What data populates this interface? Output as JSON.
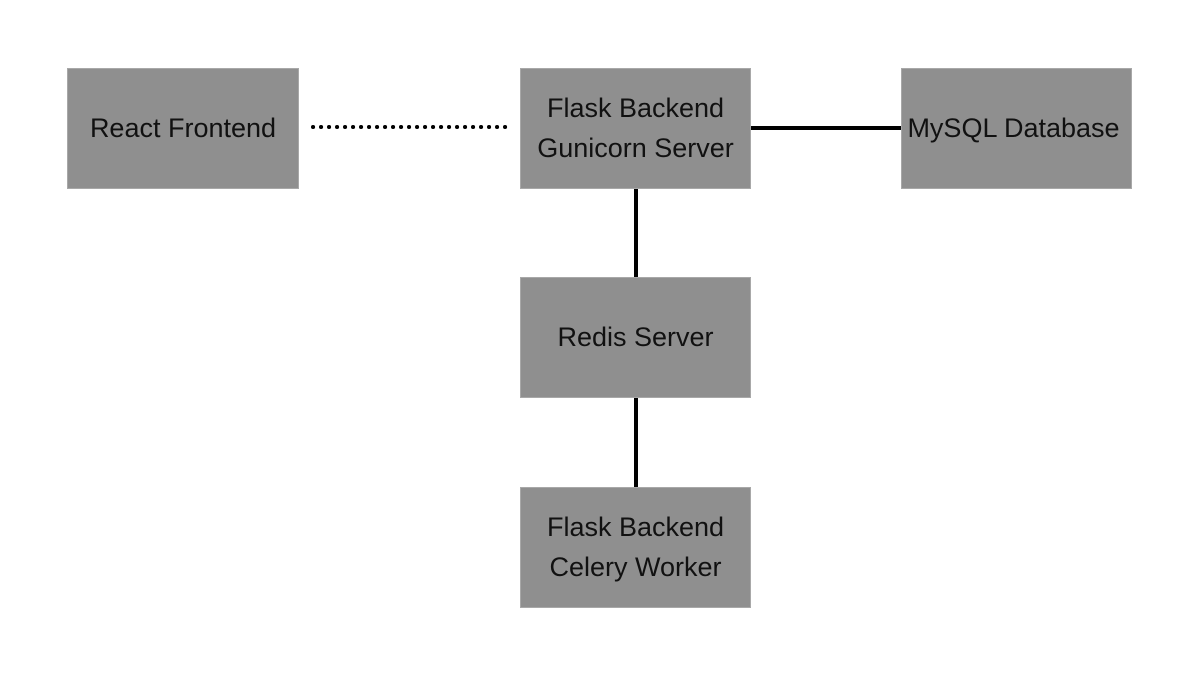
{
  "nodes": {
    "react_frontend": {
      "lines": [
        "React Frontend"
      ]
    },
    "flask_gunicorn": {
      "lines": [
        "Flask Backend",
        "Gunicorn Server"
      ]
    },
    "mysql_database": {
      "lines": [
        "MySQL Database"
      ]
    },
    "redis_server": {
      "lines": [
        "Redis Server"
      ]
    },
    "flask_celery": {
      "lines": [
        "Flask Backend",
        "Celery Worker"
      ]
    }
  },
  "edges": [
    {
      "from": "react_frontend",
      "to": "flask_gunicorn",
      "style": "dotted"
    },
    {
      "from": "flask_gunicorn",
      "to": "mysql_database",
      "style": "solid"
    },
    {
      "from": "flask_gunicorn",
      "to": "redis_server",
      "style": "solid"
    },
    {
      "from": "redis_server",
      "to": "flask_celery",
      "style": "solid"
    }
  ],
  "colors": {
    "node_fill": "#8f8f8f",
    "node_text": "#111111",
    "edge": "#000000",
    "background": "#ffffff"
  }
}
